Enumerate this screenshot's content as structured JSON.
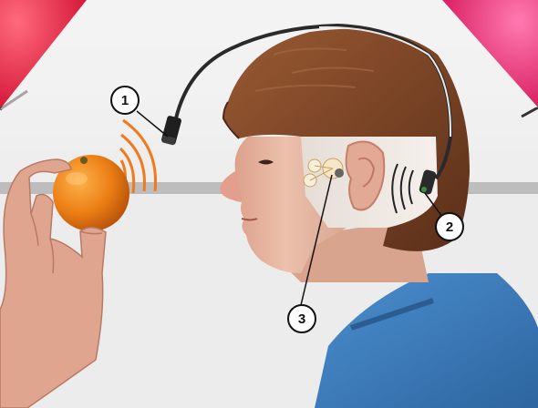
{
  "callouts": [
    {
      "number": "1",
      "label": "camera"
    },
    {
      "number": "2",
      "label": "vibration-speaker"
    },
    {
      "number": "3",
      "label": "microchip"
    }
  ],
  "colors": {
    "background": "#ededed",
    "spotlight": "#e8163f",
    "sound_waves": "#f07a1d",
    "orange": "#ef8a1e",
    "hair": "#7a4426",
    "skin": "#e6b7a1",
    "shirt": "#3f7fc0",
    "antenna": "#2a2a2a"
  },
  "icons": [
    "camera-icon",
    "sound-waves-icon",
    "vibration-waves-icon",
    "chip-icon",
    "orange-fruit",
    "hand"
  ]
}
